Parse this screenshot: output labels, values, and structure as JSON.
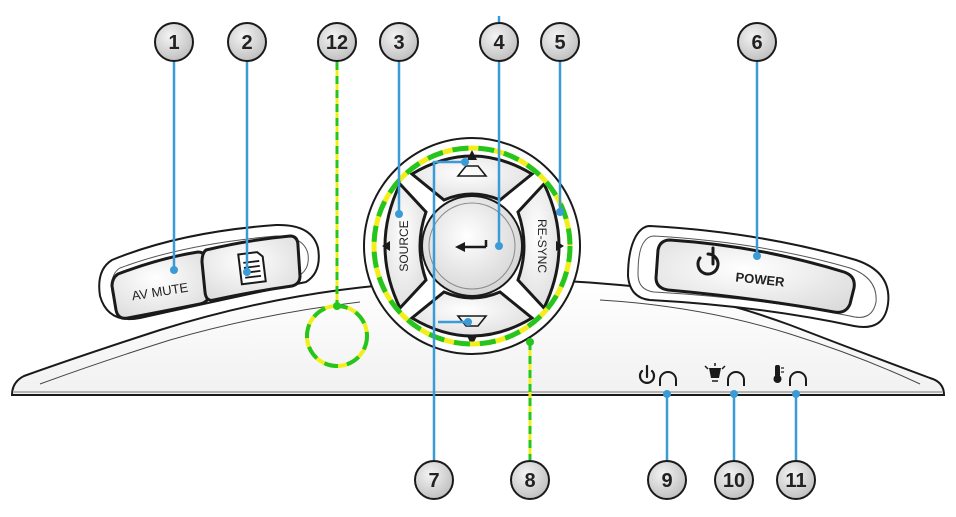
{
  "colors": {
    "leader": "#3a9bd6",
    "dash_green": "#25c41e",
    "dash_yellow": "#f2ee1c",
    "callout_fill": "#d8d8d8",
    "outline": "#1a1a1a"
  },
  "buttons": {
    "av_mute": "AV MUTE",
    "power": "POWER",
    "source": "SOURCE",
    "resync": "RE-SYNC"
  },
  "icons": {
    "menu": "menu-document-icon",
    "enter": "enter-arrow-icon",
    "keystone_up": "keystone-up-icon",
    "keystone_down": "keystone-down-icon",
    "power": "power-icon",
    "lamp": "lamp-icon",
    "temperature": "thermometer-icon"
  },
  "callouts": [
    {
      "id": "1",
      "label": "1"
    },
    {
      "id": "2",
      "label": "2"
    },
    {
      "id": "12",
      "label": "12"
    },
    {
      "id": "3",
      "label": "3"
    },
    {
      "id": "4",
      "label": "4"
    },
    {
      "id": "5",
      "label": "5"
    },
    {
      "id": "6",
      "label": "6"
    },
    {
      "id": "7",
      "label": "7"
    },
    {
      "id": "8",
      "label": "8"
    },
    {
      "id": "9",
      "label": "9"
    },
    {
      "id": "10",
      "label": "10"
    },
    {
      "id": "11",
      "label": "11"
    }
  ]
}
